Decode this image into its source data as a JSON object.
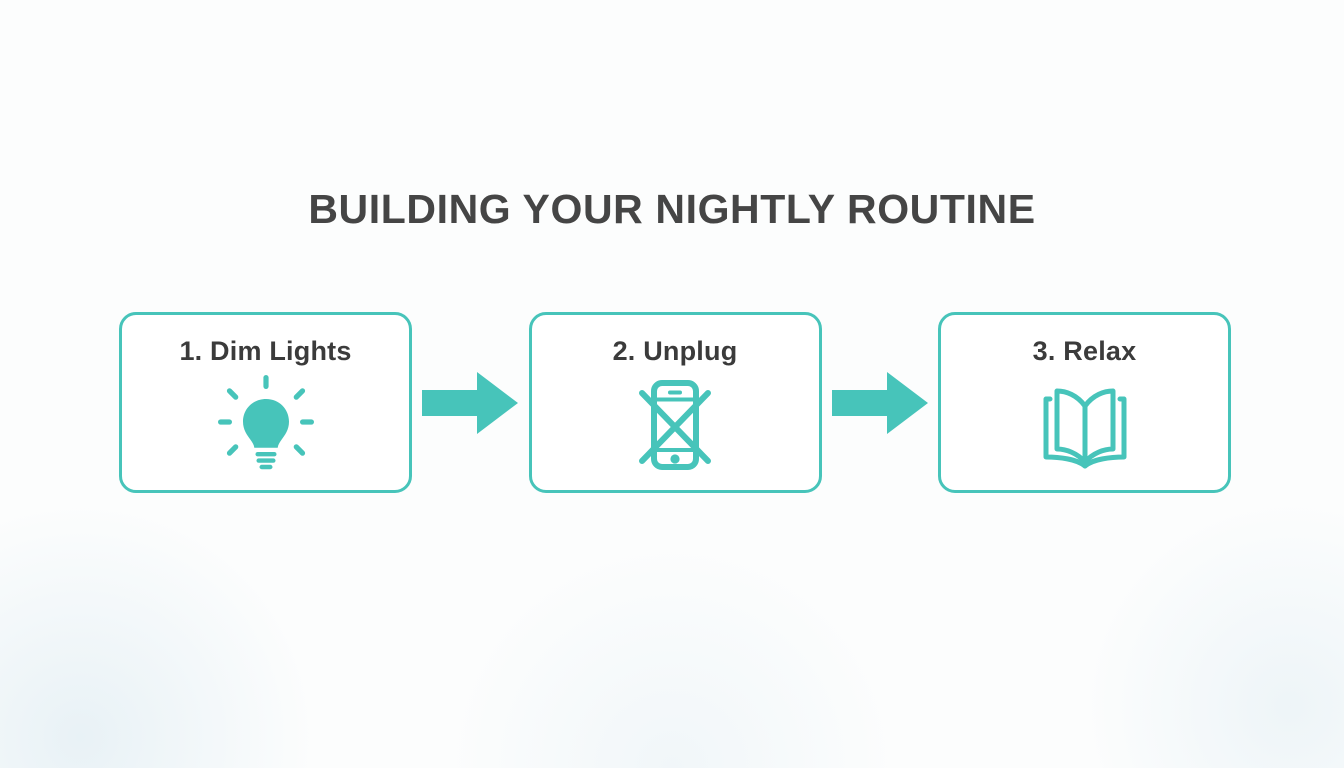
{
  "slide": {
    "title": "BUILDING YOUR NIGHTLY ROUTINE",
    "background_color": "#fcfdfd",
    "accent_color": "#47c4ba",
    "title_color": "#454545",
    "label_color": "#3b3b3b"
  },
  "steps": [
    {
      "label": "1. Dim Lights",
      "number": "1.",
      "name": "Dim Lights",
      "icon": "lightbulb-icon"
    },
    {
      "label": "2. Unplug",
      "number": "2.",
      "name": "Unplug",
      "icon": "phone-crossed-out-icon"
    },
    {
      "label": "3. Relax",
      "number": "3.",
      "name": "Relax",
      "icon": "open-book-icon"
    }
  ],
  "connectors": [
    {
      "icon": "arrow-right-icon"
    },
    {
      "icon": "arrow-right-icon"
    }
  ]
}
